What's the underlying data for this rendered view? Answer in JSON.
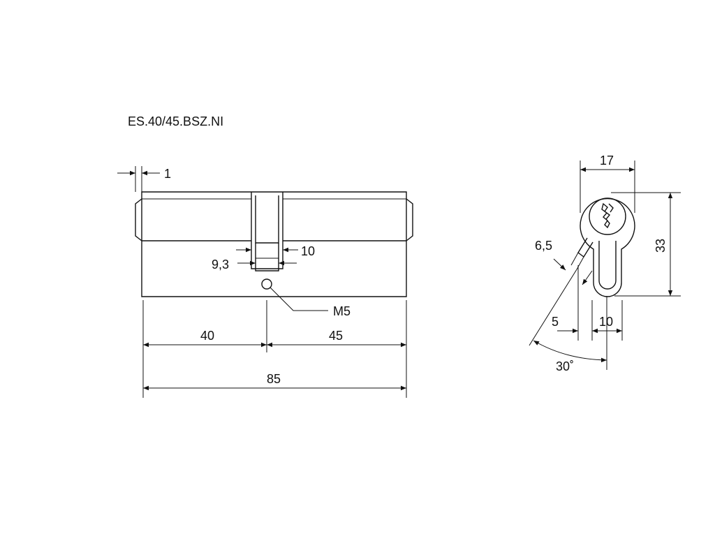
{
  "title": "ES.40/45.BSZ.NI",
  "dimensions": {
    "flange_offset": "1",
    "cam_width_outer": "10",
    "cam_width_inner": "9,3",
    "screw": "M5",
    "left_length": "40",
    "right_length": "45",
    "total_length": "85",
    "profile_width": "17",
    "profile_height": "33",
    "cam_thickness": "6,5",
    "cam_offset": "5",
    "bottom_width": "10",
    "cam_angle": "30˚"
  },
  "colors": {
    "line": "#111111",
    "background": "#ffffff"
  }
}
